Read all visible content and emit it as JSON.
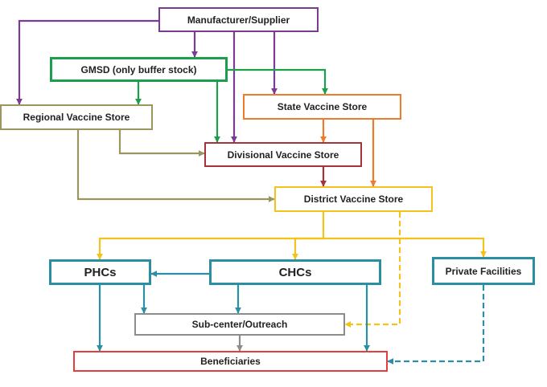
{
  "colors": {
    "purple": "#7a3b93",
    "green": "#1d9e4c",
    "brown": "#9b9660",
    "orange": "#ee7a2a",
    "darkred": "#a8323a",
    "yellow": "#f5c21b",
    "teal": "#2b8fa3",
    "gray": "#8c8c8c",
    "red": "#e63e3e"
  },
  "nodes": {
    "manufacturer": {
      "label": "Manufacturer/Supplier",
      "color": "purple"
    },
    "gmsd": {
      "label": "GMSD (only buffer stock)",
      "color": "green"
    },
    "regional": {
      "label": "Regional Vaccine Store",
      "color": "brown"
    },
    "state": {
      "label": "State Vaccine Store",
      "color": "orange"
    },
    "divisional": {
      "label": "Divisional Vaccine Store",
      "color": "darkred"
    },
    "district": {
      "label": "District Vaccine Store",
      "color": "yellow"
    },
    "phcs": {
      "label": "PHCs",
      "color": "teal"
    },
    "chcs": {
      "label": "CHCs",
      "color": "teal"
    },
    "private": {
      "label": "Private Facilities",
      "color": "teal"
    },
    "subcenter": {
      "label": "Sub-center/Outreach",
      "color": "gray"
    },
    "beneficiaries": {
      "label": "Beneficiaries",
      "color": "red"
    }
  },
  "edges": [
    {
      "from": "manufacturer",
      "to": "regional",
      "color": "purple",
      "style": "solid"
    },
    {
      "from": "manufacturer",
      "to": "gmsd",
      "color": "purple",
      "style": "solid"
    },
    {
      "from": "manufacturer",
      "to": "divisional",
      "color": "purple",
      "style": "solid"
    },
    {
      "from": "manufacturer",
      "to": "state",
      "color": "purple",
      "style": "solid"
    },
    {
      "from": "gmsd",
      "to": "regional",
      "color": "green",
      "style": "solid"
    },
    {
      "from": "gmsd",
      "to": "divisional",
      "color": "green",
      "style": "solid"
    },
    {
      "from": "gmsd",
      "to": "state",
      "color": "green",
      "style": "solid"
    },
    {
      "from": "regional",
      "to": "divisional",
      "color": "brown",
      "style": "solid"
    },
    {
      "from": "regional",
      "to": "district",
      "color": "brown",
      "style": "solid"
    },
    {
      "from": "state",
      "to": "divisional",
      "color": "orange",
      "style": "solid"
    },
    {
      "from": "state",
      "to": "district",
      "color": "orange",
      "style": "solid"
    },
    {
      "from": "divisional",
      "to": "district",
      "color": "darkred",
      "style": "solid"
    },
    {
      "from": "district",
      "to": "phcs",
      "color": "yellow",
      "style": "solid"
    },
    {
      "from": "district",
      "to": "chcs",
      "color": "yellow",
      "style": "solid"
    },
    {
      "from": "district",
      "to": "private",
      "color": "yellow",
      "style": "solid"
    },
    {
      "from": "district",
      "to": "subcenter",
      "color": "yellow",
      "style": "dashed"
    },
    {
      "from": "chcs",
      "to": "phcs",
      "color": "teal",
      "style": "solid"
    },
    {
      "from": "phcs",
      "to": "subcenter",
      "color": "teal",
      "style": "solid"
    },
    {
      "from": "chcs",
      "to": "subcenter",
      "color": "teal",
      "style": "solid"
    },
    {
      "from": "phcs",
      "to": "beneficiaries",
      "color": "teal",
      "style": "solid"
    },
    {
      "from": "chcs",
      "to": "beneficiaries",
      "color": "teal",
      "style": "solid"
    },
    {
      "from": "subcenter",
      "to": "beneficiaries",
      "color": "gray",
      "style": "solid"
    },
    {
      "from": "private",
      "to": "beneficiaries",
      "color": "teal",
      "style": "dashed"
    }
  ]
}
